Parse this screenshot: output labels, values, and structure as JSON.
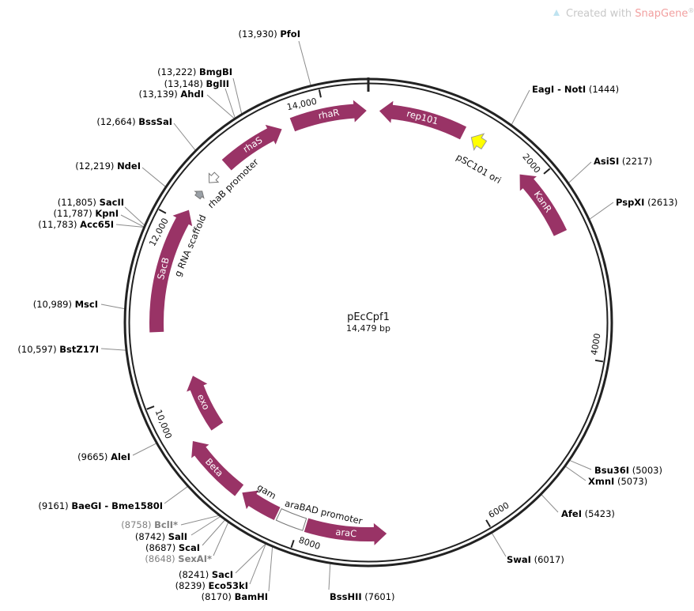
{
  "watermark": {
    "prefix": "Created with ",
    "brand": "SnapGene",
    "suffix": "®"
  },
  "plasmid": {
    "name": "pEcCpf1",
    "length_label": "14,479 bp",
    "length_bp": 14479
  },
  "colors": {
    "feature": "#993366",
    "backbone": "#222222",
    "enzyme_line": "#8c8c8c",
    "ori": "#ffff00",
    "scaffold": "#9aa0a6"
  },
  "ticks": [
    {
      "bp": 2000,
      "label": "2000"
    },
    {
      "bp": 4000,
      "label": "4000"
    },
    {
      "bp": 6000,
      "label": "6000"
    },
    {
      "bp": 8000,
      "label": "8000"
    },
    {
      "bp": 10000,
      "label": "10,000"
    },
    {
      "bp": 12000,
      "label": "12,000"
    },
    {
      "bp": 14000,
      "label": "14,000"
    }
  ],
  "features": [
    {
      "name": "rhaR",
      "start": 13634,
      "end": 14460,
      "direction": "forward",
      "type": "gene"
    },
    {
      "name": "rep101",
      "start": 120,
      "end": 1070,
      "direction": "reverse",
      "type": "gene"
    },
    {
      "name": "pSC101 ori",
      "start": 1170,
      "end": 1330,
      "direction": "reverse",
      "type": "ori"
    },
    {
      "name": "KanR",
      "start": 1835,
      "end": 2615,
      "direction": "reverse",
      "type": "gene"
    },
    {
      "name": "araC",
      "start": 7040,
      "end": 7925,
      "direction": "reverse",
      "type": "gene"
    },
    {
      "name": "araBAD promoter",
      "start": 7945,
      "end": 8245,
      "direction": "none",
      "type": "promoter-box"
    },
    {
      "name": "gam",
      "start": 8265,
      "end": 8710,
      "direction": "forward",
      "type": "gene"
    },
    {
      "name": "Beta",
      "start": 8750,
      "end": 9490,
      "direction": "forward",
      "type": "gene"
    },
    {
      "name": "exo",
      "start": 9470,
      "end": 10180,
      "direction": "forward",
      "type": "gene"
    },
    {
      "name": "SacB",
      "start": 10755,
      "end": 12150,
      "direction": "forward",
      "type": "gene"
    },
    {
      "name": "g RNA scaffold",
      "start": 12320,
      "end": 12400,
      "direction": "forward",
      "type": "misc"
    },
    {
      "name": "rhaB promoter",
      "start": 12520,
      "end": 12640,
      "direction": "reverse",
      "type": "promoter"
    },
    {
      "name": "rhaS",
      "start": 12790,
      "end": 13510,
      "direction": "forward",
      "type": "gene"
    }
  ],
  "enzymes": [
    {
      "name": "PfoI",
      "position_label": "(13,930)",
      "bp": 13930,
      "gray": false
    },
    {
      "name": "BmgBI",
      "position_label": "(13,222)",
      "bp": 13222,
      "gray": false
    },
    {
      "name": "BglII",
      "position_label": "(13,148)",
      "bp": 13148,
      "gray": false
    },
    {
      "name": "AhdI",
      "position_label": "(13,139)",
      "bp": 13139,
      "gray": false
    },
    {
      "name": "BssSaI",
      "position_label": "(12,664)",
      "bp": 12664,
      "gray": false
    },
    {
      "name": "NdeI",
      "position_label": "(12,219)",
      "bp": 12219,
      "gray": false
    },
    {
      "name": "SacII",
      "position_label": "(11,805)",
      "bp": 11805,
      "gray": false
    },
    {
      "name": "KpnI",
      "position_label": "(11,787)",
      "bp": 11787,
      "gray": false
    },
    {
      "name": "Acc65I",
      "position_label": "(11,783)",
      "bp": 11783,
      "gray": false
    },
    {
      "name": "MscI",
      "position_label": "(10,989)",
      "bp": 10989,
      "gray": false
    },
    {
      "name": "BstZ17I",
      "position_label": "(10,597)",
      "bp": 10597,
      "gray": false
    },
    {
      "name": "AleI",
      "position_label": "(9665)",
      "bp": 9665,
      "gray": false
    },
    {
      "name": "BaeGI - Bme1580I",
      "position_label": "(9161)",
      "bp": 9161,
      "gray": false
    },
    {
      "name": "BclI*",
      "position_label": "(8758)",
      "bp": 8758,
      "gray": true
    },
    {
      "name": "SalI",
      "position_label": "(8742)",
      "bp": 8742,
      "gray": false
    },
    {
      "name": "ScaI",
      "position_label": "(8687)",
      "bp": 8687,
      "gray": false
    },
    {
      "name": "SexAI*",
      "position_label": "(8648)",
      "bp": 8648,
      "gray": true
    },
    {
      "name": "SacI",
      "position_label": "(8241)",
      "bp": 8241,
      "gray": false
    },
    {
      "name": "Eco53kI",
      "position_label": "(8239)",
      "bp": 8239,
      "gray": false
    },
    {
      "name": "BamHI",
      "position_label": "(8170)",
      "bp": 8170,
      "gray": false
    },
    {
      "name": "BssHII",
      "position_label": "(7601)",
      "bp": 7601,
      "gray": false
    },
    {
      "name": "EagI - NotI",
      "position_label": "(1444)",
      "bp": 1444,
      "gray": false
    },
    {
      "name": "AsiSI",
      "position_label": "(2217)",
      "bp": 2217,
      "gray": false
    },
    {
      "name": "PspXI",
      "position_label": "(2613)",
      "bp": 2613,
      "gray": false
    },
    {
      "name": "Bsu36I",
      "position_label": "(5003)",
      "bp": 5003,
      "gray": false
    },
    {
      "name": "XmnI",
      "position_label": "(5073)",
      "bp": 5073,
      "gray": false
    },
    {
      "name": "AfeI",
      "position_label": "(5423)",
      "bp": 5423,
      "gray": false
    },
    {
      "name": "SwaI",
      "position_label": "(6017)",
      "bp": 6017,
      "gray": false
    }
  ]
}
